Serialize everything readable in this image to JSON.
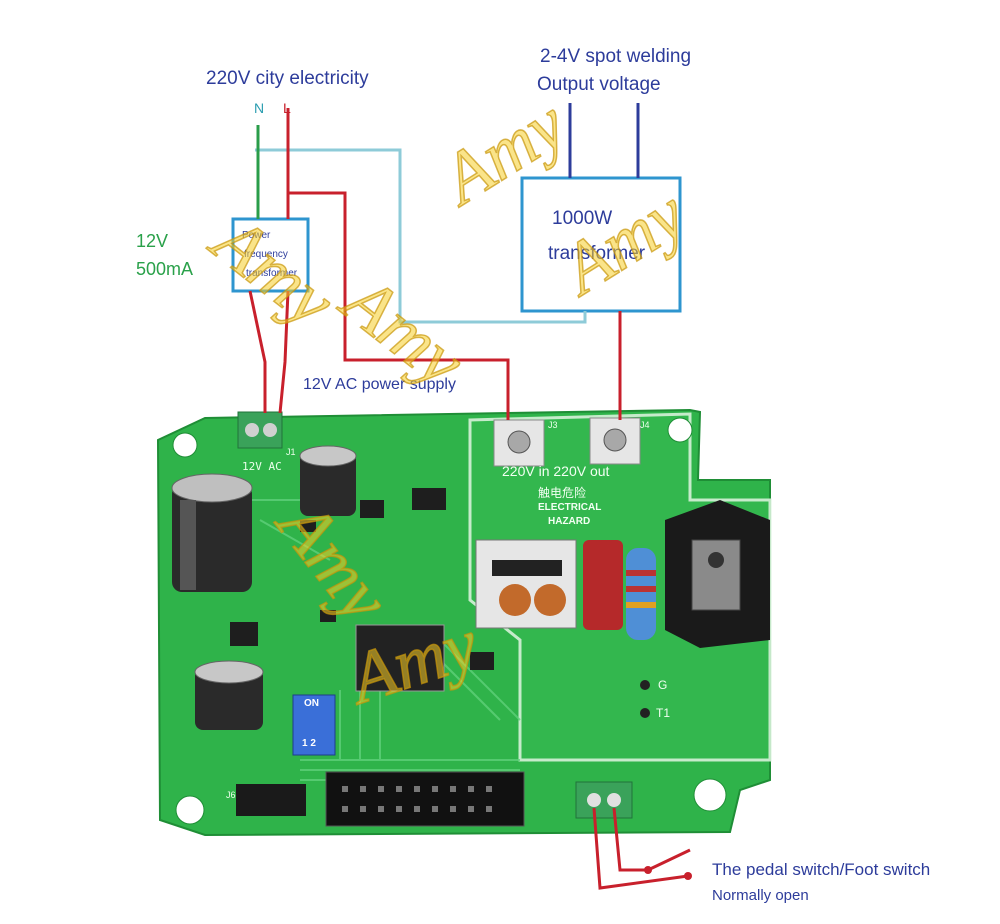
{
  "labels": {
    "city_electricity": "220V city electricity",
    "neutral": "N",
    "live": "L",
    "output_line1": "2-4V spot welding",
    "output_line2": "Output voltage",
    "small_supply_voltage": "12V",
    "small_supply_current": "500mA",
    "small_transformer_line1": "Power",
    "small_transformer_line2": "frequency",
    "small_transformer_line3": "transformer",
    "big_transformer_line1": "1000W",
    "big_transformer_line2": "transformer",
    "ac_supply": "12V AC power supply",
    "pedal_switch": "The pedal switch/Foot switch",
    "normally_open": "Normally open"
  },
  "board": {
    "j1_label": "12V  AC",
    "in_out_label": "220V in  220V out",
    "hazard_cn": "触电危险",
    "hazard_en_1": "ELECTRICAL",
    "hazard_en_2": "HAZARD",
    "terminal_g": "G",
    "terminal_t1": "T1",
    "dip_on": "ON",
    "dip_numbers": "1 2",
    "j6": "J6",
    "j3": "J3",
    "j4": "J4",
    "j1": "J1"
  },
  "watermark": "Amy",
  "colors": {
    "wire_red": "#c8202c",
    "wire_green": "#2a9d4a",
    "wire_lightblue": "#8ecbd8",
    "wire_navy": "#2d3c9b",
    "box_blue": "#2e95cf",
    "pcb_green": "#2fb34a"
  }
}
